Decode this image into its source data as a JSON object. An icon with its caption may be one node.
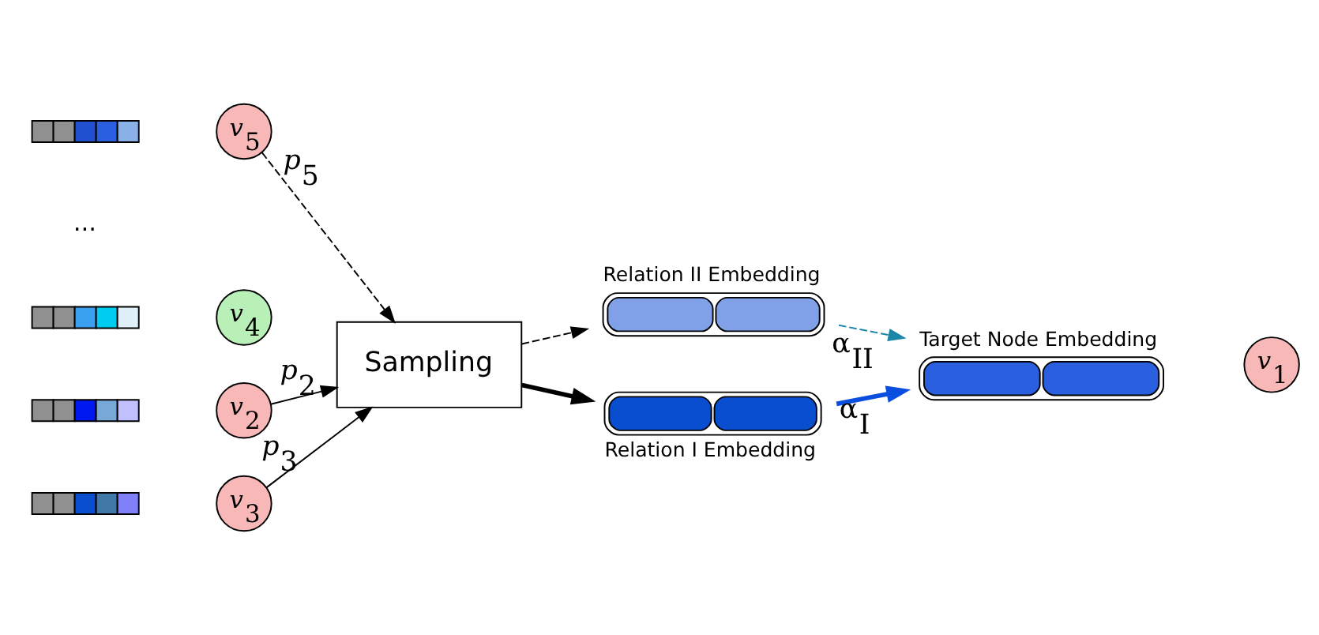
{
  "diagram": {
    "nodes": [
      {
        "text": [],
        "shape": "bar"
      },
      {
        "text": [
          "*v*$_{5}$"
        ]
      },
      {
        "text": [],
        "shape": "bar"
      },
      {
        "text": [
          "*v*$_{4}$"
        ]
      },
      {
        "text": [],
        "shape": "bar"
      },
      {
        "text": [
          "*v*$_{2}$"
        ]
      },
      {
        "text": [],
        "shape": "bar"
      },
      {
        "text": [
          "*v*$_{3}$"
        ]
      },
      {
        "text": [
          "Sampling"
        ]
      },
      {
        "text": [
          "Relation II Embedding"
        ]
      },
      {
        "text": [
          "Relation I Embedding"
        ]
      },
      {
        "text": [
          "Target Node Embedding"
        ]
      },
      {
        "text": [
          "*v*$_{1}$"
        ]
      }
    ],
    "edges": [
      {
        "from": 1,
        "to": 8,
        "arrow": "to",
        "label": "*p*$_{5}$",
        "style": "dashed"
      },
      {
        "from": 5,
        "to": 8,
        "arrow": "to",
        "label": "*p*$_{2}$"
      },
      {
        "from": 7,
        "to": 8,
        "arrow": "to",
        "label": "*p*$_{3}$"
      },
      {
        "from": 8,
        "to": 9,
        "arrow": "to",
        "style": "dashed"
      },
      {
        "from": 8,
        "to": 10,
        "arrow": "to",
        "style": "thick"
      },
      {
        "from": 9,
        "to": 11,
        "arrow": "to",
        "label": "α$_{II}$",
        "style": "dashed",
        "color": "#1a86a8"
      },
      {
        "from": 10,
        "to": 11,
        "arrow": "to",
        "label": "α$_{I}$",
        "style": "thick",
        "color": "#0a4ee0"
      }
    ],
    "labels": [
      "..."
    ]
  }
}
